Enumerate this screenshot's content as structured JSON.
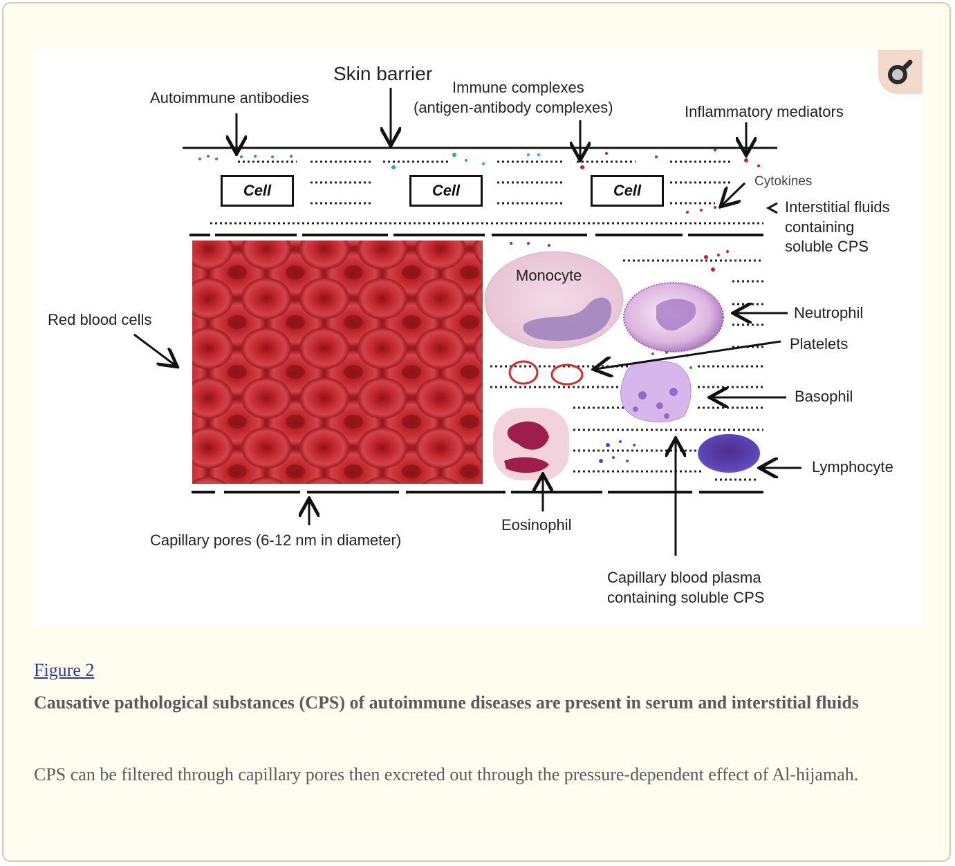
{
  "figure": {
    "zoom_icon": "magnifier-icon",
    "labels": {
      "skin_barrier": "Skin barrier",
      "autoimmune_antibodies": "Autoimmune antibodies",
      "immune_complexes_line1": "Immune complexes",
      "immune_complexes_line2": "(antigen-antibody complexes)",
      "inflammatory_mediators": "Inflammatory mediators",
      "cytokines": "Cytokines",
      "interstitial_line1": "Interstitial fluids",
      "interstitial_line2": "containing",
      "interstitial_line3": "soluble CPS",
      "red_blood_cells": "Red blood cells",
      "monocyte": "Monocyte",
      "neutrophil": "Neutrophil",
      "platelets": "Platelets",
      "basophil": "Basophil",
      "lymphocyte": "Lymphocyte",
      "eosinophil": "Eosinophil",
      "capillary_pores": "Capillary pores (6-12 nm in diameter)",
      "plasma_line1": "Capillary blood plasma",
      "plasma_line2": "containing soluble CPS"
    },
    "cells": [
      "Cell",
      "Cell",
      "Cell"
    ]
  },
  "caption": {
    "link": "Figure 2",
    "title": "Causative pathological substances (CPS) of autoimmune diseases are present in serum and interstitial fluids",
    "body": "CPS can be filtered through capillary pores then excreted out through the pressure-dependent effect of Al-hijamah."
  },
  "colors": {
    "panel_bg": "#fffdf0",
    "panel_border": "#e5c2ac",
    "link": "#2a3f8f",
    "caption_text": "#5a5a5a",
    "rbc": "#b3232a"
  }
}
